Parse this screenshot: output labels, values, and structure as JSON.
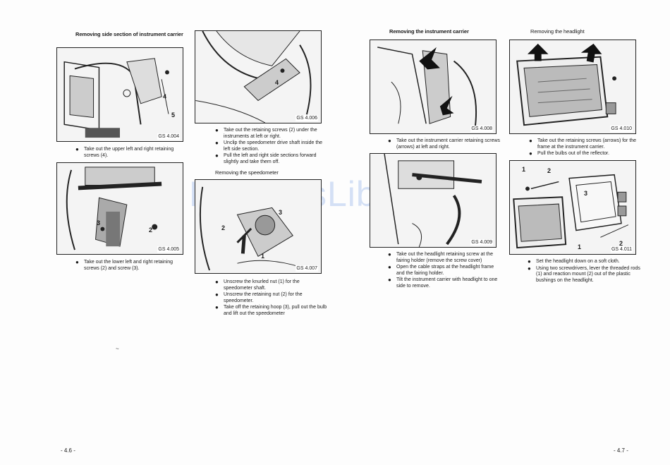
{
  "watermark": "ManualsLib.com",
  "left_page": {
    "heading": "Removing side section of instrument carrier",
    "figure_1": {
      "label": "GS 4.004",
      "callouts": [
        "4",
        "5"
      ]
    },
    "figure_1_steps": [
      "Take out the upper left and right retaining screws (4)."
    ],
    "figure_2": {
      "label": "GS 4.005",
      "callouts": [
        "3",
        "2"
      ]
    },
    "figure_2_steps": [
      "Take out the lower left and right retaining screws (2) and screw (3)."
    ],
    "figure_3": {
      "label": "GS 4.006",
      "callouts": [
        "4"
      ]
    },
    "figure_3_steps": [
      "Take out the retaining screws (2) under the instruments at left or right.",
      "Unclip the speedometer drive shaft inside the left side section.",
      "Pull the left and right side sections forward slightly and take them off."
    ],
    "speedo_heading": "Removing the speedometer",
    "figure_4": {
      "label": "GS 4.007",
      "callouts": [
        "3",
        "2",
        "1"
      ]
    },
    "figure_4_steps": [
      "Unscrew the knurled nut (1) for the speedometer shaft.",
      "Unscrew the retaining nut (2) for the speedometer.",
      "Take off the retaining hoop (3), pull out the bulb and lift out the speedometer"
    ],
    "page_number": "- 4.6 -"
  },
  "right_page": {
    "carrier_heading": "Removing the instrument carrier",
    "figure_5": {
      "label": "GS 4.008"
    },
    "figure_5_steps": [
      "Take out the instrument carrier retaining screws (arrows) at left and right."
    ],
    "figure_6": {
      "label": "GS 4.009"
    },
    "figure_6_steps": [
      "Take out the headlight retaining screw at the fairing holder (remove the screw cover)",
      "Open the cable straps at the headlight frame and the fairing holder.",
      "Tilt the instrument carrier with headlight to one side to remove."
    ],
    "headlight_heading": "Removing the headlight",
    "figure_7": {
      "label": "GS 4.010"
    },
    "figure_7_steps": [
      "Take out the retaining screws (arrows) for the frame at the instrument carrier.",
      "Pull the bulbs out of the reflector."
    ],
    "figure_8": {
      "label": "GS 4.011",
      "callouts": [
        "1",
        "2",
        "3",
        "2",
        "1"
      ]
    },
    "figure_8_steps": [
      "Set the headlight down on a soft cloth.",
      "Using two screwdrivers, lever the threaded rods (1) and reaction mount (2) out of the plastic bushings on the headlight."
    ],
    "page_number": "- 4.7 -"
  },
  "icons": {
    "bullet": "bullet-dot-icon",
    "arrow": "pointer-arrow-icon"
  }
}
